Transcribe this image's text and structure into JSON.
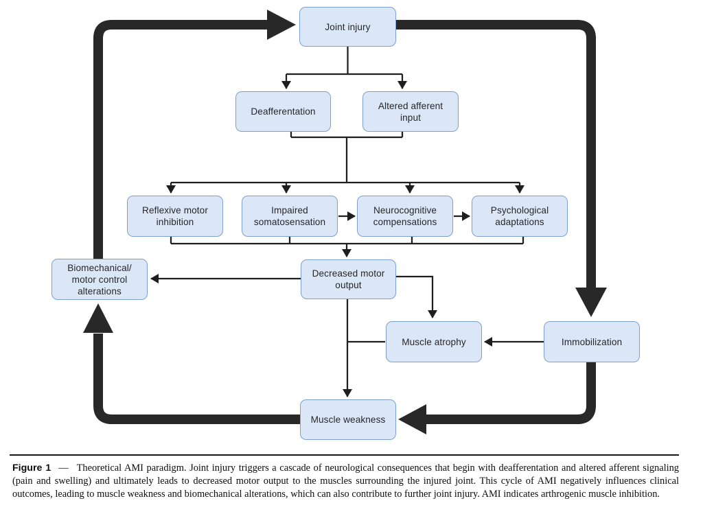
{
  "diagram": {
    "nodes": {
      "joint_injury": {
        "label": "Joint injury"
      },
      "deafferentation": {
        "label": "Deafferentation"
      },
      "altered_afferent_input": {
        "label": "Altered afferent\ninput"
      },
      "reflexive_motor_inhibition": {
        "label": "Reflexive motor\ninhibition"
      },
      "impaired_somatosensation": {
        "label": "Impaired\nsomatosensation"
      },
      "neurocognitive_compensations": {
        "label": "Neurocognitive\ncompensations"
      },
      "psychological_adaptations": {
        "label": "Psychological\nadaptations"
      },
      "biomechanical_alterations": {
        "label": "Biomechanical/\nmotor control\nalterations"
      },
      "decreased_motor_output": {
        "label": "Decreased motor\noutput"
      },
      "muscle_atrophy": {
        "label": "Muscle atrophy"
      },
      "immobilization": {
        "label": "Immobilization"
      },
      "muscle_weakness": {
        "label": "Muscle weakness"
      }
    },
    "edges": [
      {
        "from": "joint_injury",
        "to": "deafferentation",
        "style": "thin"
      },
      {
        "from": "joint_injury",
        "to": "altered_afferent_input",
        "style": "thin"
      },
      {
        "from": [
          "deafferentation",
          "altered_afferent_input"
        ],
        "to": [
          "reflexive_motor_inhibition",
          "impaired_somatosensation",
          "neurocognitive_compensations",
          "psychological_adaptations"
        ],
        "style": "thin"
      },
      {
        "from": "impaired_somatosensation",
        "to": "neurocognitive_compensations",
        "style": "thin"
      },
      {
        "from": "neurocognitive_compensations",
        "to": "psychological_adaptations",
        "style": "thin"
      },
      {
        "from": [
          "reflexive_motor_inhibition",
          "impaired_somatosensation",
          "neurocognitive_compensations",
          "psychological_adaptations"
        ],
        "to": "decreased_motor_output",
        "style": "thin"
      },
      {
        "from": "decreased_motor_output",
        "to": "biomechanical_alterations",
        "style": "thin"
      },
      {
        "from": "decreased_motor_output",
        "to": "muscle_atrophy",
        "style": "thin"
      },
      {
        "from": "decreased_motor_output",
        "to": "muscle_weakness",
        "style": "thin"
      },
      {
        "from": "immobilization",
        "to": "muscle_atrophy",
        "style": "thin"
      },
      {
        "from": "joint_injury",
        "to": "immobilization",
        "style": "thick"
      },
      {
        "from": "immobilization",
        "to": "muscle_weakness",
        "style": "thick"
      },
      {
        "from": "muscle_weakness",
        "to": "biomechanical_alterations",
        "style": "thick"
      },
      {
        "from": "biomechanical_alterations",
        "to": "joint_injury",
        "style": "thick"
      }
    ],
    "colors": {
      "node_fill": "#dbe7f6",
      "node_border": "#7e9fcb",
      "thin_line": "#1e1e1e",
      "thick_line": "#282828"
    }
  },
  "caption": {
    "label": "Figure 1",
    "dash": "—",
    "body": "Theoretical AMI paradigm. Joint injury triggers a cascade of neurological consequences that begin with deafferentation and altered afferent signaling (pain and swelling) and ultimately leads to decreased motor output to the muscles surrounding the injured joint. This cycle of AMI negatively influences clinical outcomes, leading to muscle weakness and biomechanical alterations, which can also contribute to further joint injury. AMI indicates arthrogenic muscle inhibition."
  }
}
